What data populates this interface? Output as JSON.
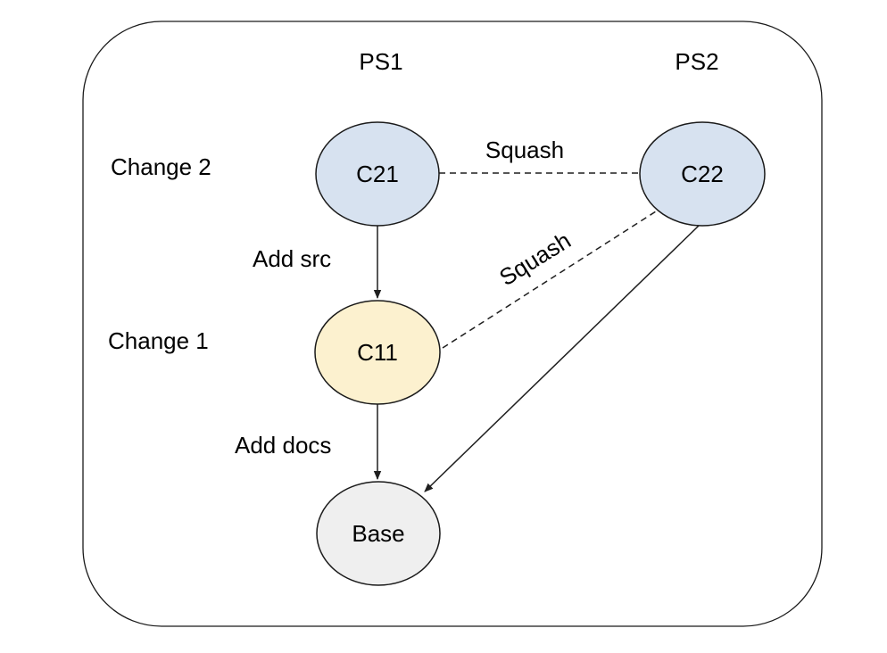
{
  "diagram": {
    "title_columns": [
      {
        "label": "PS1"
      },
      {
        "label": "PS2"
      }
    ],
    "rows": [
      {
        "label": "Change 2"
      },
      {
        "label": "Change 1"
      }
    ],
    "nodes": [
      {
        "id": "C21",
        "label": "C21",
        "fill": "#d7e2f0"
      },
      {
        "id": "C22",
        "label": "C22",
        "fill": "#d7e2f0"
      },
      {
        "id": "C11",
        "label": "C11",
        "fill": "#fcf1cf"
      },
      {
        "id": "Base",
        "label": "Base",
        "fill": "#efefef"
      }
    ],
    "edges": [
      {
        "from": "C21",
        "to": "C11",
        "label": "Add src",
        "style": "solid",
        "arrow": true
      },
      {
        "from": "C11",
        "to": "Base",
        "label": "Add docs",
        "style": "solid",
        "arrow": true
      },
      {
        "from": "C22",
        "to": "Base",
        "label": "",
        "style": "solid",
        "arrow": true
      },
      {
        "from": "C21",
        "to": "C22",
        "label": "Squash",
        "style": "dashed",
        "arrow": false
      },
      {
        "from": "C11",
        "to": "C22",
        "label": "Squash",
        "style": "dashed",
        "arrow": false
      }
    ],
    "colors": {
      "background": "#ffffff",
      "stroke": "#1a1a1a",
      "text": "#000000",
      "node_blue": "#d7e2f0",
      "node_yellow": "#fcf1cf",
      "node_gray": "#efefef"
    }
  }
}
